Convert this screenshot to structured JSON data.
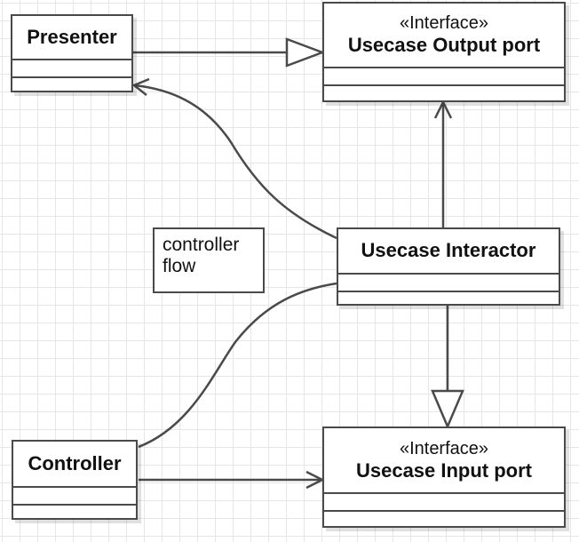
{
  "classes": {
    "presenter": {
      "name": "Presenter"
    },
    "output_port": {
      "stereotype": "«Interface»",
      "name": "Usecase Output port"
    },
    "interactor": {
      "name": "Usecase Interactor"
    },
    "controller": {
      "name": "Controller"
    },
    "input_port": {
      "stereotype": "«Interface»",
      "name": "Usecase Input port"
    }
  },
  "note": {
    "line1": "controller",
    "line2": "flow"
  }
}
